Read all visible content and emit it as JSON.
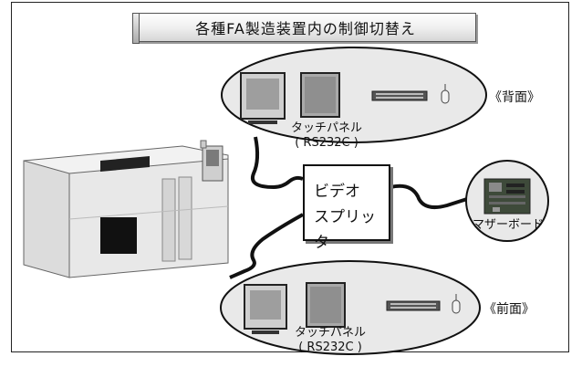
{
  "title": "各種FA製造装置内の制御切替え",
  "top_group": {
    "panel_label_line1": "タッチパネル",
    "panel_label_line2": "( RS232C )",
    "side_label": "《背面》"
  },
  "bottom_group": {
    "panel_label_line1": "タッチパネル",
    "panel_label_line2": "( RS232C )",
    "side_label": "《前面》"
  },
  "splitter": {
    "line1": "ビデオ",
    "line2": "スプリッタ"
  },
  "motherboard_label": "マザーボード",
  "colors": {
    "ellipse_fill": "#e9e9e9",
    "outline": "#111111"
  }
}
